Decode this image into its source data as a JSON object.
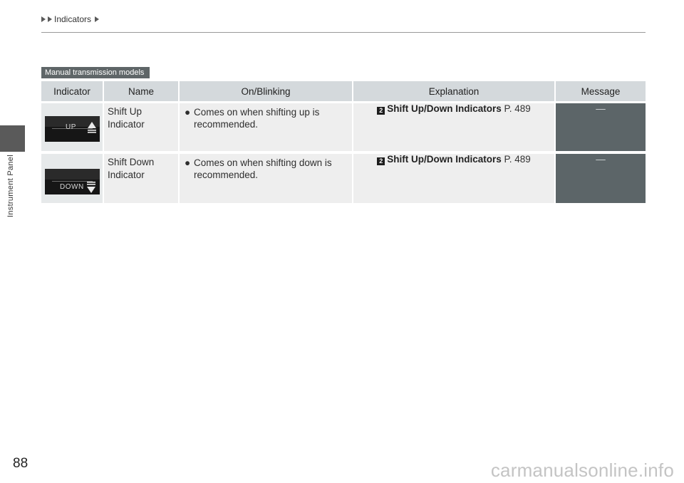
{
  "breadcrumb": {
    "label": "Indicators"
  },
  "side_label": "Instrument Panel",
  "tag": "Manual transmission models",
  "table": {
    "headers": [
      "Indicator",
      "Name",
      "On/Blinking",
      "Explanation",
      "Message"
    ],
    "rows": [
      {
        "indicator_text": "UP",
        "name_line1": "Shift Up",
        "name_line2": "Indicator",
        "on_line1": "Comes on when shifting up is",
        "on_line2": "recommended.",
        "xref_title": "Shift Up/Down Indicators",
        "xref_page": "P. 489",
        "message": "—"
      },
      {
        "indicator_text": "DOWN",
        "name_line1": "Shift Down",
        "name_line2": "Indicator",
        "on_line1": "Comes on when shifting down is",
        "on_line2": "recommended.",
        "xref_title": "Shift Up/Down Indicators",
        "xref_page": "P. 489",
        "message": "—"
      }
    ]
  },
  "page_number": "88",
  "watermark": "carmanualsonline.info"
}
